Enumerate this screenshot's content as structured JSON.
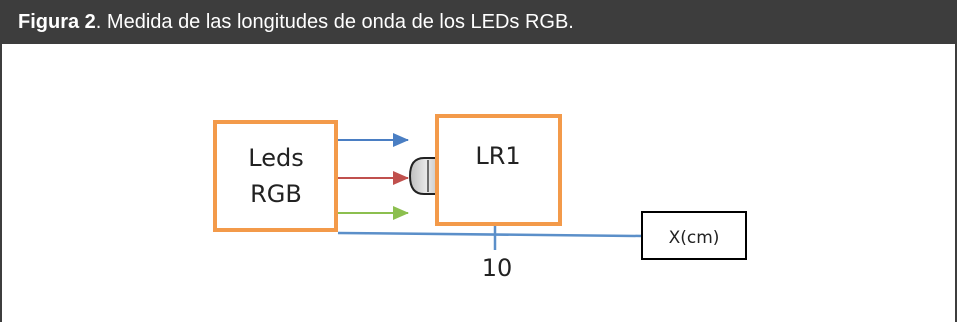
{
  "caption": {
    "label": "Figura 2",
    "text": ". Medida de las longitudes de onda de los LEDs RGB."
  },
  "diagram": {
    "leds_box": {
      "line1": "Leds",
      "line2": "RGB"
    },
    "lr1_box": {
      "label": "LR1"
    },
    "x_box": {
      "label": "X(cm)"
    },
    "tick_label": "10",
    "colors": {
      "box_border": "#f39a4a",
      "axis_line": "#5b8fc9",
      "arrow_blue": "#4a7ec3",
      "arrow_red": "#c0504d",
      "arrow_green": "#8cbf4f",
      "caption_bg": "#3d3d3d"
    }
  }
}
